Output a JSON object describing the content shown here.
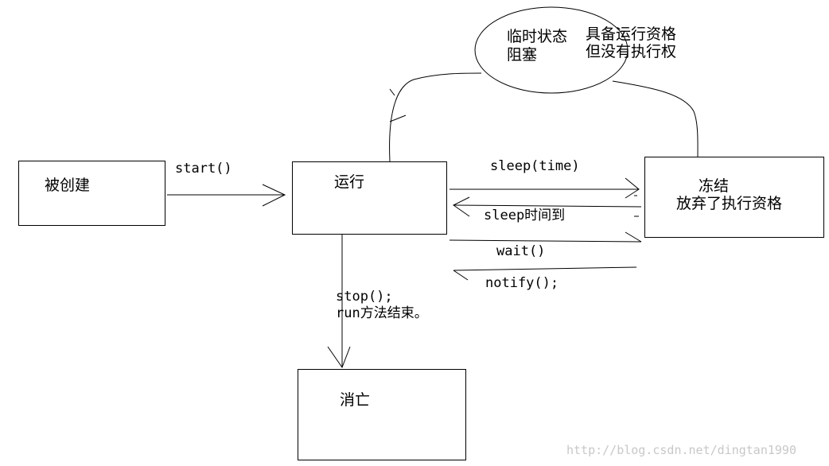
{
  "states": {
    "created": "被创建",
    "running": "运行",
    "dead": "消亡",
    "frozen_title": "冻结",
    "frozen_desc": "放弃了执行资格",
    "temp_line1": "临时状态",
    "temp_line2": "阻塞",
    "temp_note1": "具备运行资格",
    "temp_note2": "但没有执行权"
  },
  "transitions": {
    "start": "start()",
    "sleep": "sleep(time)",
    "sleep_end": "sleep时间到",
    "wait": "wait()",
    "notify": "notify();",
    "stop": "stop();",
    "run_end": "run方法结束。"
  },
  "watermark": "http://blog.csdn.net/dingtan1990"
}
